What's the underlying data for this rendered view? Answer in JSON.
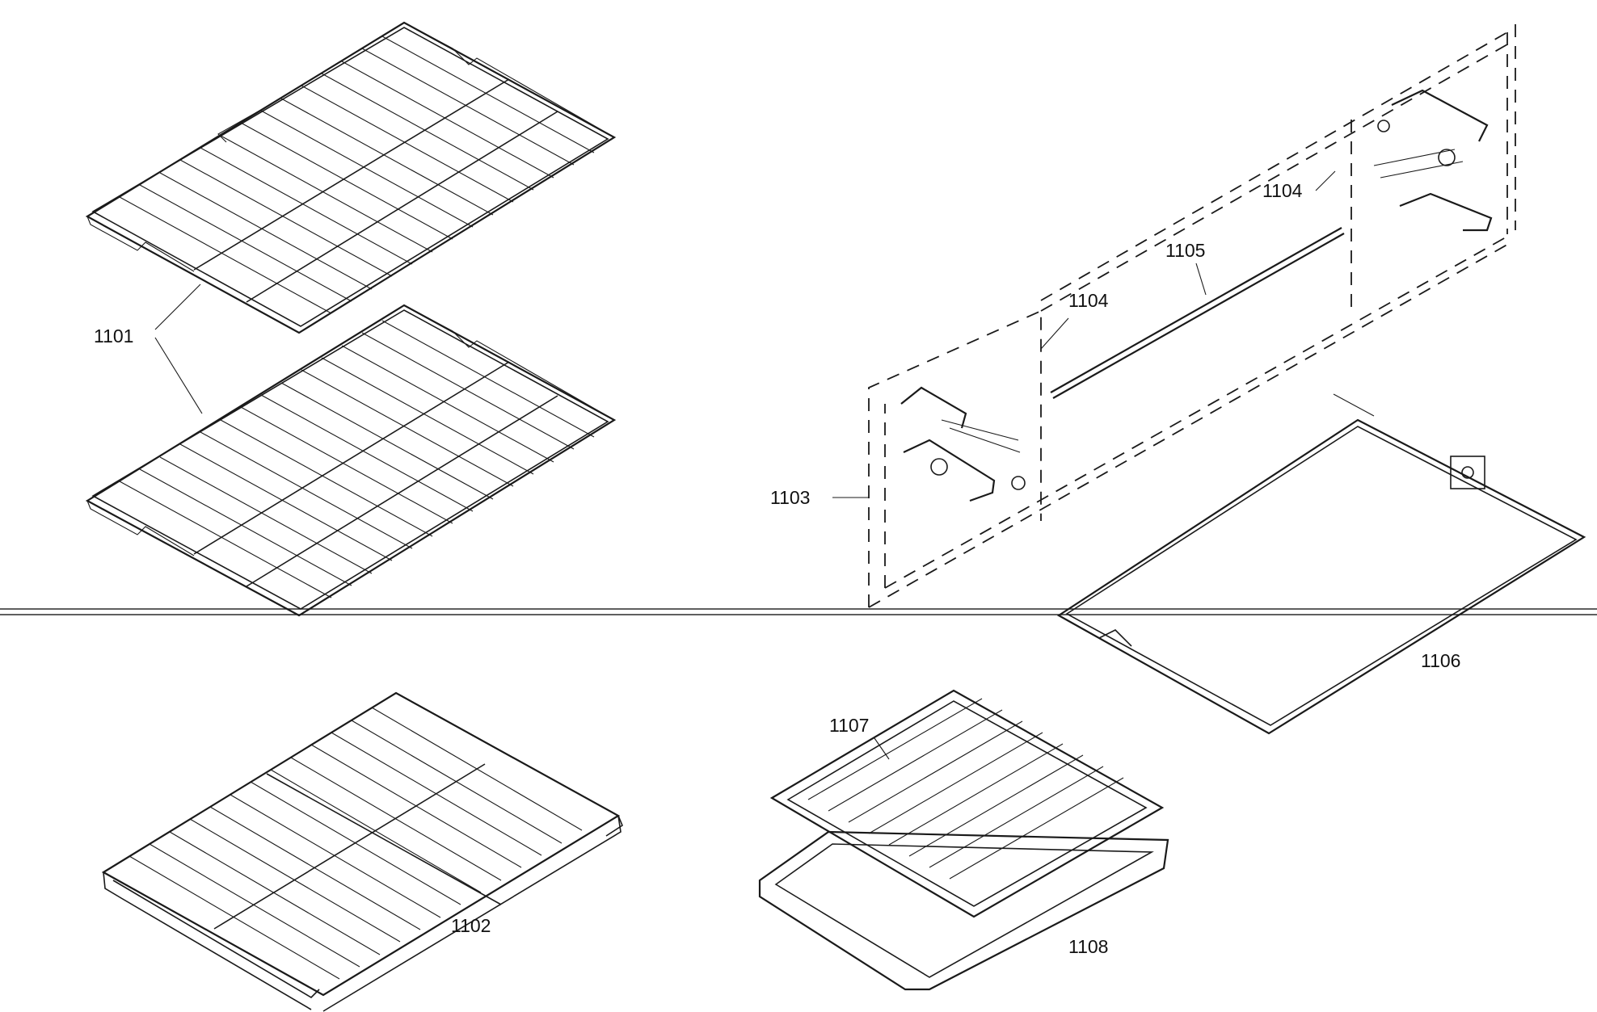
{
  "labels": {
    "rack_1101": "1101",
    "rack_1102": "1102",
    "bracket_1103": "1103",
    "fork_1104_upper": "1104",
    "fork_1104_lower": "1104",
    "spit_1105": "1105",
    "frame_1106": "1106",
    "grid_1107": "1107",
    "pan_1108": "1108"
  },
  "colors": {
    "ink": "#1a1a1a",
    "background": "#ffffff"
  }
}
